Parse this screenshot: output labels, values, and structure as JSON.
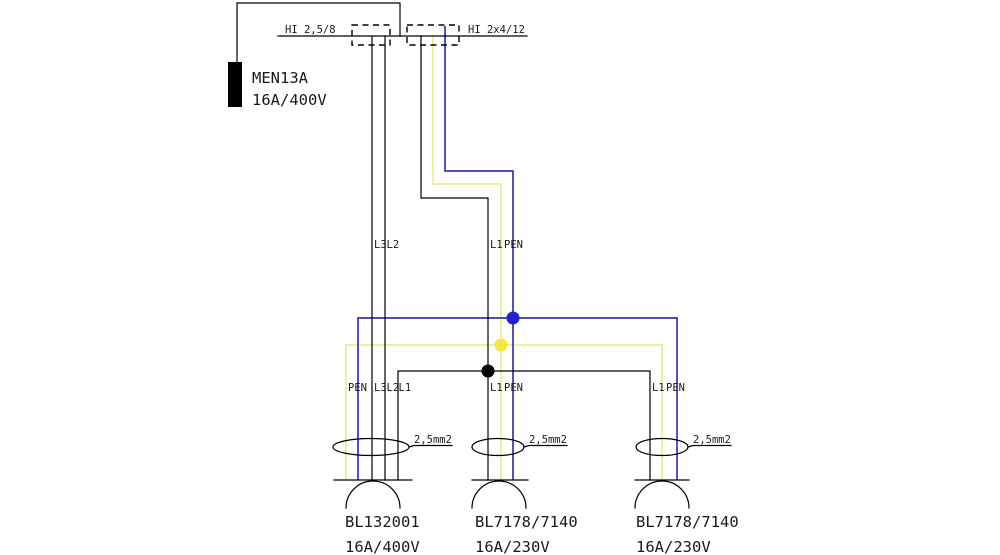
{
  "colors": {
    "background": "#ffffff",
    "line": "#000000",
    "text": "#1a1a1a",
    "wire_blue": "#3333bb",
    "wire_blue_dot": "#2222d2",
    "wire_yellow": "#f0eb8e",
    "wire_yellow_dot": "#f2e93a"
  },
  "feeder": {
    "device": "MEN13A",
    "rating": "16A/400V"
  },
  "incoming_cables": [
    {
      "label": "HI 2,5/8"
    },
    {
      "label": "HI 2x4/12"
    }
  ],
  "riser_labels": {
    "left": [
      "L3",
      "L2"
    ],
    "right": [
      "L1",
      "PEN"
    ]
  },
  "outlets": [
    {
      "conductor_labels": [
        "PEN",
        "L3",
        "L2",
        "L1"
      ],
      "cross_section": "2,5mm2",
      "device": "BL132001",
      "rating": "16A/400V"
    },
    {
      "conductor_labels": [
        "L1",
        "PEN"
      ],
      "cross_section": "2,5mm2",
      "device": "BL7178/7140",
      "rating": "16A/230V"
    },
    {
      "conductor_labels": [
        "L1",
        "PEN"
      ],
      "cross_section": "2,5mm2",
      "device": "BL7178/7140",
      "rating": "16A/230V"
    }
  ]
}
